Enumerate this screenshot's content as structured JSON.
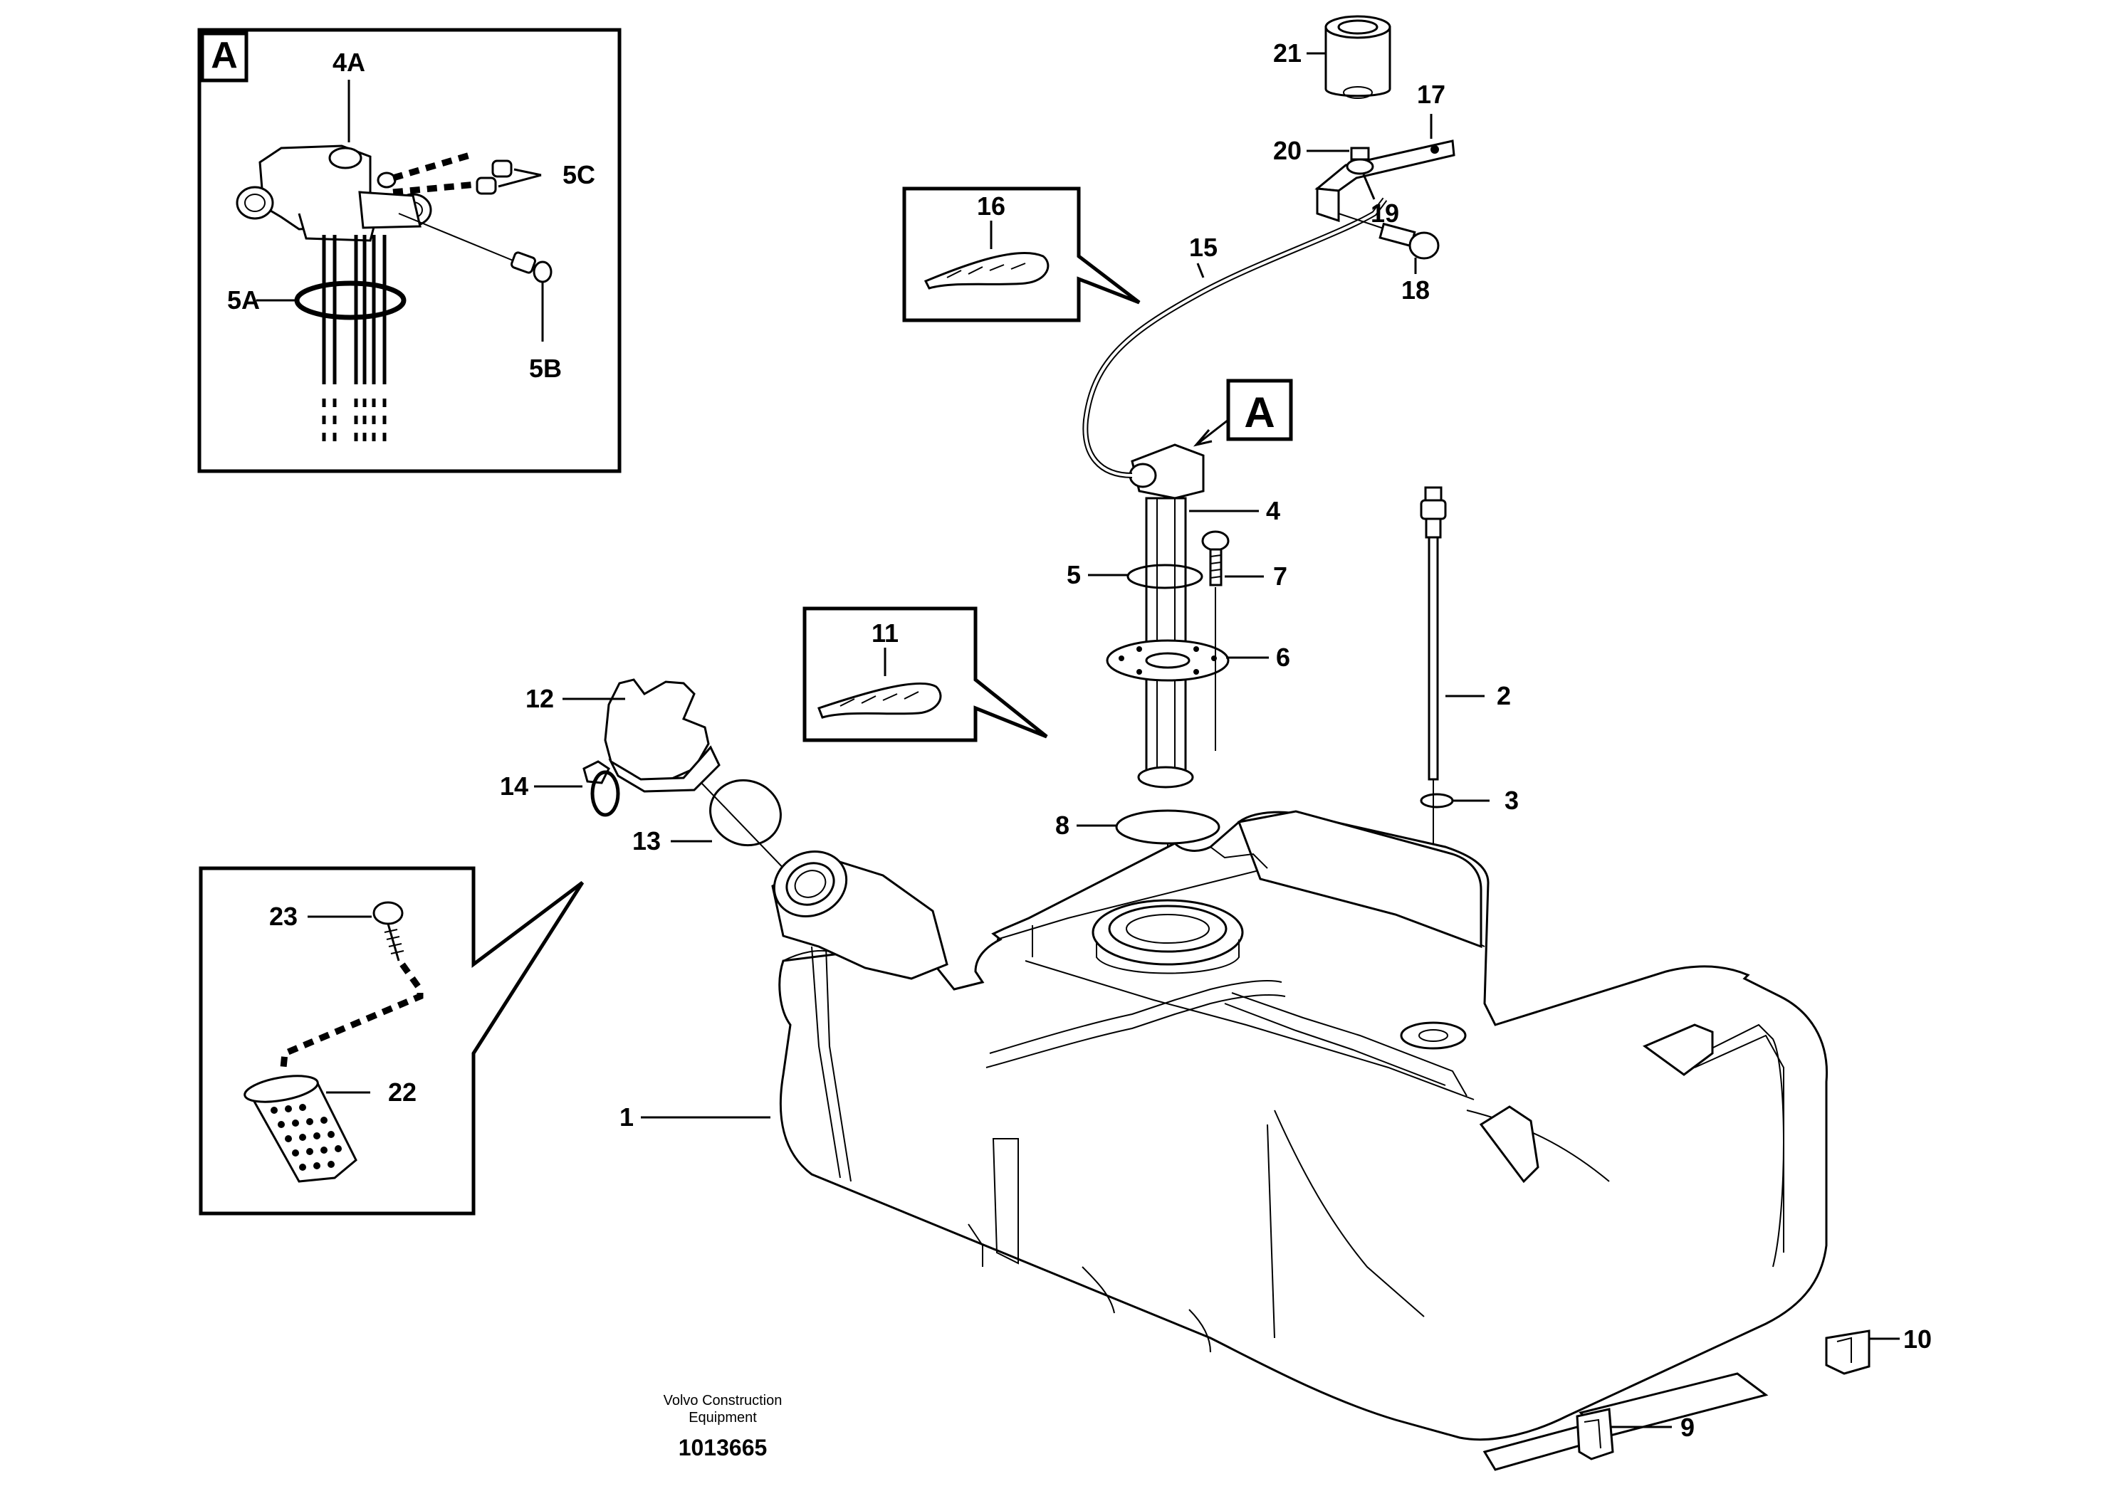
{
  "title_ref": "A",
  "detail_a": {
    "label_a": "A",
    "callouts": {
      "c4a": "4A",
      "c5a": "5A",
      "c5b": "5B",
      "c5c": "5C"
    }
  },
  "callouts": {
    "c1": "1",
    "c2": "2",
    "c3": "3",
    "c4": "4",
    "c5": "5",
    "c6": "6",
    "c7": "7",
    "c8": "8",
    "c9": "9",
    "c10": "10",
    "c11": "11",
    "c12": "12",
    "c13": "13",
    "c14": "14",
    "c15": "15",
    "c16": "16",
    "c17": "17",
    "c18": "18",
    "c19": "19",
    "c20": "20",
    "c21": "21",
    "c22": "22",
    "c23": "23"
  },
  "footer": {
    "brand_line1": "Volvo Construction",
    "brand_line2": "Equipment",
    "drawing_number": "1013665"
  }
}
